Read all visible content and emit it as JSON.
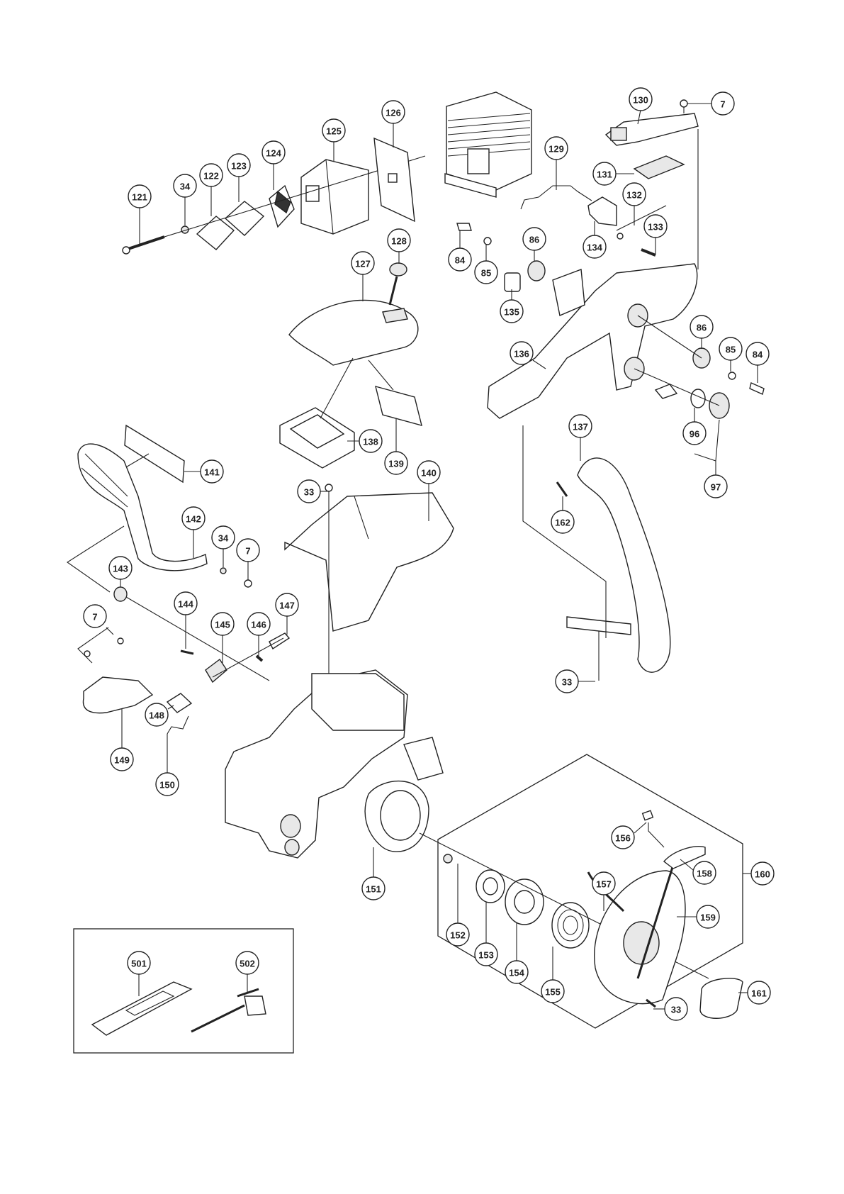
{
  "diagram": {
    "type": "exploded-parts-view",
    "callouts": [
      {
        "id": "c121",
        "label": "121"
      },
      {
        "id": "c34a",
        "label": "34"
      },
      {
        "id": "c122",
        "label": "122"
      },
      {
        "id": "c123",
        "label": "123"
      },
      {
        "id": "c124",
        "label": "124"
      },
      {
        "id": "c125",
        "label": "125"
      },
      {
        "id": "c126",
        "label": "126"
      },
      {
        "id": "c130",
        "label": "130"
      },
      {
        "id": "c7a",
        "label": "7"
      },
      {
        "id": "c129",
        "label": "129"
      },
      {
        "id": "c131",
        "label": "131"
      },
      {
        "id": "c132",
        "label": "132"
      },
      {
        "id": "c133",
        "label": "133"
      },
      {
        "id": "c134",
        "label": "134"
      },
      {
        "id": "c84a",
        "label": "84"
      },
      {
        "id": "c85a",
        "label": "85"
      },
      {
        "id": "c86a",
        "label": "86"
      },
      {
        "id": "c135",
        "label": "135"
      },
      {
        "id": "c128",
        "label": "128"
      },
      {
        "id": "c127",
        "label": "127"
      },
      {
        "id": "c136",
        "label": "136"
      },
      {
        "id": "c86b",
        "label": "86"
      },
      {
        "id": "c85b",
        "label": "85"
      },
      {
        "id": "c84b",
        "label": "84"
      },
      {
        "id": "c96",
        "label": "96"
      },
      {
        "id": "c97",
        "label": "97"
      },
      {
        "id": "c137",
        "label": "137"
      },
      {
        "id": "c162",
        "label": "162"
      },
      {
        "id": "c138",
        "label": "138"
      },
      {
        "id": "c139",
        "label": "139"
      },
      {
        "id": "c140",
        "label": "140"
      },
      {
        "id": "c33a",
        "label": "33"
      },
      {
        "id": "c141",
        "label": "141"
      },
      {
        "id": "c142",
        "label": "142"
      },
      {
        "id": "c34b",
        "label": "34"
      },
      {
        "id": "c7b",
        "label": "7"
      },
      {
        "id": "c143",
        "label": "143"
      },
      {
        "id": "c144",
        "label": "144"
      },
      {
        "id": "c145",
        "label": "145"
      },
      {
        "id": "c146",
        "label": "146"
      },
      {
        "id": "c147",
        "label": "147"
      },
      {
        "id": "c7c",
        "label": "7"
      },
      {
        "id": "c148",
        "label": "148"
      },
      {
        "id": "c149",
        "label": "149"
      },
      {
        "id": "c150",
        "label": "150"
      },
      {
        "id": "c33b",
        "label": "33"
      },
      {
        "id": "c151",
        "label": "151"
      },
      {
        "id": "c156",
        "label": "156"
      },
      {
        "id": "c158",
        "label": "158"
      },
      {
        "id": "c160",
        "label": "160"
      },
      {
        "id": "c157",
        "label": "157"
      },
      {
        "id": "c159",
        "label": "159"
      },
      {
        "id": "c152",
        "label": "152"
      },
      {
        "id": "c153",
        "label": "153"
      },
      {
        "id": "c154",
        "label": "154"
      },
      {
        "id": "c155",
        "label": "155"
      },
      {
        "id": "c33c",
        "label": "33"
      },
      {
        "id": "c161",
        "label": "161"
      },
      {
        "id": "c501",
        "label": "501"
      },
      {
        "id": "c502",
        "label": "502"
      }
    ]
  }
}
